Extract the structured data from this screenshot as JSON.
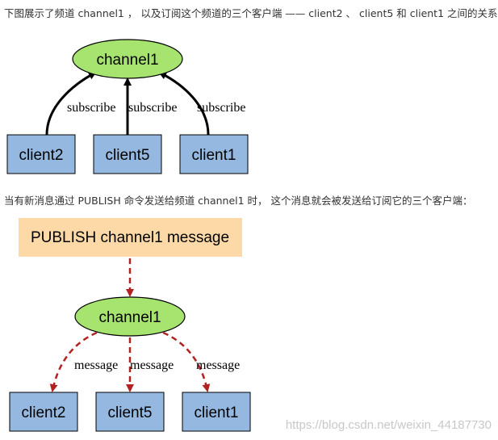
{
  "intro_text": "下图展示了频道 channel1 ， 以及订阅这个频道的三个客户端 —— client2 、 client5 和 client1 之间的关系：",
  "publish_intro_text": "当有新消息通过 PUBLISH 命令发送给频道 channel1 时， 这个消息就会被发送给订阅它的三个客户端：",
  "subscribe_diagram": {
    "channel": "channel1",
    "clients": [
      "client2",
      "client5",
      "client1"
    ],
    "edge_labels": [
      "subscribe",
      "subscribe",
      "subscribe"
    ]
  },
  "publish_diagram": {
    "command": "PUBLISH channel1 message",
    "channel": "channel1",
    "clients": [
      "client2",
      "client5",
      "client1"
    ],
    "edge_labels": [
      "message",
      "message",
      "message"
    ]
  },
  "watermark": "https://blog.csdn.net/weixin_44187730",
  "colors": {
    "channel_fill": "#a6e36f",
    "client_fill": "#94b8e0",
    "command_fill": "#fcd9a7",
    "publish_arrow": "#b22222",
    "subscribe_arrow": "#000000"
  }
}
